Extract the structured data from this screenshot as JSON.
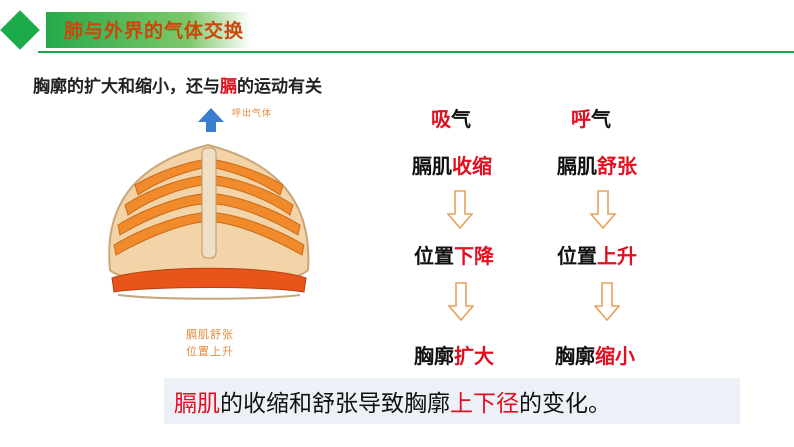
{
  "header": {
    "title": "肺与外界的气体交换"
  },
  "subtitle": {
    "part1": "胸廓的扩大和缩小，还与",
    "highlight": "膈",
    "part2": "的运动有关"
  },
  "figure": {
    "top_label": "呼出气体",
    "bottom_label_1": "膈肌舒张",
    "bottom_label_2": "位置上升"
  },
  "left_col": {
    "head_red": "吸",
    "head_black": "气",
    "row1_black": "膈肌",
    "row1_red": "收缩",
    "row2_black": "位置",
    "row2_red": "下降",
    "row3_black": "胸廓",
    "row3_red": "扩大"
  },
  "right_col": {
    "head_red": "呼",
    "head_black": "气",
    "row1_black": "膈肌",
    "row1_red": "舒张",
    "row2_black": "位置",
    "row2_red": "上升",
    "row3_black": "胸廓",
    "row3_red": "缩小"
  },
  "conclusion": {
    "red1": "膈肌",
    "mid": "的收缩和舒张导致胸廓",
    "red2": "上下径",
    "end": "的变化。"
  },
  "colors": {
    "accent_green": "#1bab4a",
    "highlight_red": "#e01020",
    "arrow_orange": "#e8a15a"
  }
}
